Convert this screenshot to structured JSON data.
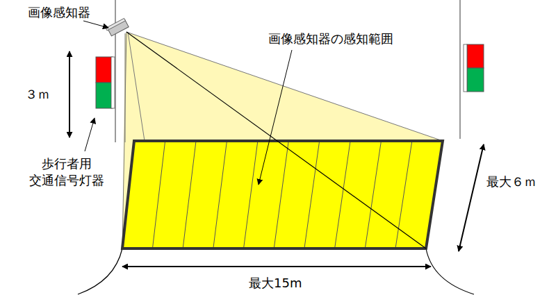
{
  "diagram": {
    "labels": [
      "画像感知器",
      "３ｍ",
      "歩行者用 交通信号灯器",
      "画像感知器の感知範囲",
      "最大６ｍ",
      "最大15m"
    ]
  }
}
